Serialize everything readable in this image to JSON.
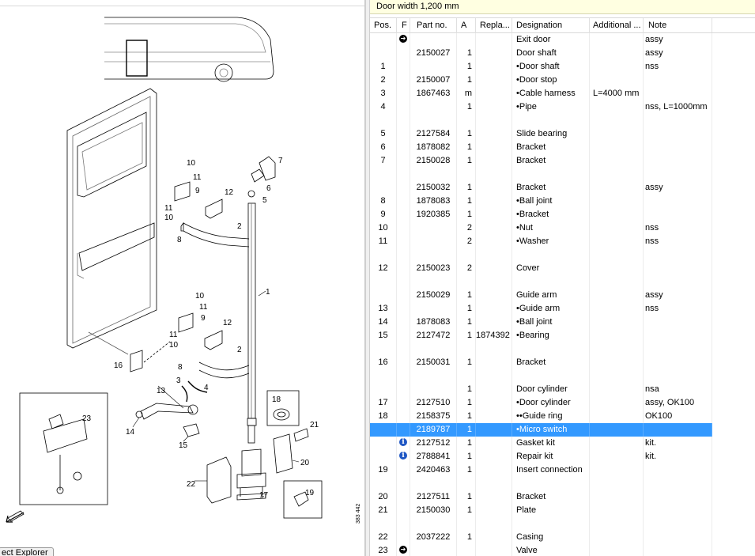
{
  "panel_title": "Door width 1,200 mm",
  "explorer_tab_label": "ect Explorer",
  "diagram": {
    "drawing_id": "383 442",
    "callouts": [
      "10",
      "11",
      "9",
      "12",
      "11",
      "10",
      "8",
      "2",
      "7",
      "6",
      "5",
      "1",
      "10",
      "11",
      "9",
      "12",
      "11",
      "10",
      "16",
      "8",
      "2",
      "3",
      "4",
      "13",
      "14",
      "15",
      "18",
      "21",
      "20",
      "22",
      "17",
      "19",
      "23"
    ]
  },
  "columns": {
    "pos": "Pos.",
    "f": "F",
    "part": "Part no.",
    "a": "A",
    "replaced": "Repla...",
    "designation": "Designation",
    "additional": "Additional ...",
    "note": "Note"
  },
  "rows": [
    {
      "pos": "",
      "flag": "nav-icon",
      "part": "",
      "a": "",
      "rep": "",
      "des": "Exit door",
      "add": "",
      "note": "assy"
    },
    {
      "pos": "",
      "flag": "",
      "part": "2150027",
      "a": "1",
      "rep": "",
      "des": "Door shaft",
      "add": "",
      "note": "assy"
    },
    {
      "pos": "1",
      "flag": "",
      "part": "",
      "a": "1",
      "rep": "",
      "des": "•Door shaft",
      "add": "",
      "note": "nss"
    },
    {
      "pos": "2",
      "flag": "",
      "part": "2150007",
      "a": "1",
      "rep": "",
      "des": "•Door stop",
      "add": "",
      "note": ""
    },
    {
      "pos": "3",
      "flag": "",
      "part": "1867463",
      "a": "m",
      "rep": "",
      "des": "•Cable harness",
      "add": "L=4000 mm",
      "note": ""
    },
    {
      "pos": "4",
      "flag": "",
      "part": "",
      "a": "1",
      "rep": "",
      "des": "•Pipe",
      "add": "",
      "note": "nss, L=1000mm"
    },
    {
      "pos": "",
      "flag": "",
      "part": "",
      "a": "",
      "rep": "",
      "des": "",
      "add": "",
      "note": ""
    },
    {
      "pos": "5",
      "flag": "",
      "part": "2127584",
      "a": "1",
      "rep": "",
      "des": "Slide bearing",
      "add": "",
      "note": ""
    },
    {
      "pos": "6",
      "flag": "",
      "part": "1878082",
      "a": "1",
      "rep": "",
      "des": "Bracket",
      "add": "",
      "note": ""
    },
    {
      "pos": "7",
      "flag": "",
      "part": "2150028",
      "a": "1",
      "rep": "",
      "des": "Bracket",
      "add": "",
      "note": ""
    },
    {
      "pos": "",
      "flag": "",
      "part": "",
      "a": "",
      "rep": "",
      "des": "",
      "add": "",
      "note": ""
    },
    {
      "pos": "",
      "flag": "",
      "part": "2150032",
      "a": "1",
      "rep": "",
      "des": "Bracket",
      "add": "",
      "note": "assy"
    },
    {
      "pos": "8",
      "flag": "",
      "part": "1878083",
      "a": "1",
      "rep": "",
      "des": "•Ball joint",
      "add": "",
      "note": ""
    },
    {
      "pos": "9",
      "flag": "",
      "part": "1920385",
      "a": "1",
      "rep": "",
      "des": "•Bracket",
      "add": "",
      "note": ""
    },
    {
      "pos": "10",
      "flag": "",
      "part": "",
      "a": "2",
      "rep": "",
      "des": "•Nut",
      "add": "",
      "note": "nss"
    },
    {
      "pos": "11",
      "flag": "",
      "part": "",
      "a": "2",
      "rep": "",
      "des": "•Washer",
      "add": "",
      "note": "nss"
    },
    {
      "pos": "",
      "flag": "",
      "part": "",
      "a": "",
      "rep": "",
      "des": "",
      "add": "",
      "note": ""
    },
    {
      "pos": "12",
      "flag": "",
      "part": "2150023",
      "a": "2",
      "rep": "",
      "des": "Cover",
      "add": "",
      "note": ""
    },
    {
      "pos": "",
      "flag": "",
      "part": "",
      "a": "",
      "rep": "",
      "des": "",
      "add": "",
      "note": ""
    },
    {
      "pos": "",
      "flag": "",
      "part": "2150029",
      "a": "1",
      "rep": "",
      "des": "Guide arm",
      "add": "",
      "note": "assy"
    },
    {
      "pos": "13",
      "flag": "",
      "part": "",
      "a": "1",
      "rep": "",
      "des": "•Guide arm",
      "add": "",
      "note": "nss"
    },
    {
      "pos": "14",
      "flag": "",
      "part": "1878083",
      "a": "1",
      "rep": "",
      "des": "•Ball joint",
      "add": "",
      "note": ""
    },
    {
      "pos": "15",
      "flag": "",
      "part": "2127472",
      "a": "1",
      "rep": "1874392",
      "des": "•Bearing",
      "add": "",
      "note": ""
    },
    {
      "pos": "",
      "flag": "",
      "part": "",
      "a": "",
      "rep": "",
      "des": "",
      "add": "",
      "note": ""
    },
    {
      "pos": "16",
      "flag": "",
      "part": "2150031",
      "a": "1",
      "rep": "",
      "des": "Bracket",
      "add": "",
      "note": ""
    },
    {
      "pos": "",
      "flag": "",
      "part": "",
      "a": "",
      "rep": "",
      "des": "",
      "add": "",
      "note": ""
    },
    {
      "pos": "",
      "flag": "",
      "part": "",
      "a": "1",
      "rep": "",
      "des": "Door cylinder",
      "add": "",
      "note": "nsa"
    },
    {
      "pos": "17",
      "flag": "",
      "part": "2127510",
      "a": "1",
      "rep": "",
      "des": "•Door cylinder",
      "add": "",
      "note": "assy, OK100"
    },
    {
      "pos": "18",
      "flag": "",
      "part": "2158375",
      "a": "1",
      "rep": "",
      "des": "••Guide ring",
      "add": "",
      "note": "OK100"
    },
    {
      "pos": "",
      "flag": "",
      "part": "2189787",
      "a": "1",
      "rep": "",
      "des": "•Micro switch",
      "add": "",
      "note": "",
      "selected": true
    },
    {
      "pos": "",
      "flag": "info-icon",
      "part": "2127512",
      "a": "1",
      "rep": "",
      "des": "Gasket kit",
      "add": "",
      "note": "kit."
    },
    {
      "pos": "",
      "flag": "info-icon",
      "part": "2788841",
      "a": "1",
      "rep": "",
      "des": "Repair kit",
      "add": "",
      "note": "kit."
    },
    {
      "pos": "19",
      "flag": "",
      "part": "2420463",
      "a": "1",
      "rep": "",
      "des": "Insert connection",
      "add": "",
      "note": ""
    },
    {
      "pos": "",
      "flag": "",
      "part": "",
      "a": "",
      "rep": "",
      "des": "",
      "add": "",
      "note": ""
    },
    {
      "pos": "20",
      "flag": "",
      "part": "2127511",
      "a": "1",
      "rep": "",
      "des": "Bracket",
      "add": "",
      "note": ""
    },
    {
      "pos": "21",
      "flag": "",
      "part": "2150030",
      "a": "1",
      "rep": "",
      "des": "Plate",
      "add": "",
      "note": ""
    },
    {
      "pos": "",
      "flag": "",
      "part": "",
      "a": "",
      "rep": "",
      "des": "",
      "add": "",
      "note": ""
    },
    {
      "pos": "22",
      "flag": "",
      "part": "2037222",
      "a": "1",
      "rep": "",
      "des": "Casing",
      "add": "",
      "note": ""
    },
    {
      "pos": "23",
      "flag": "nav-icon",
      "part": "",
      "a": "",
      "rep": "",
      "des": "Valve",
      "add": "",
      "note": ""
    }
  ]
}
